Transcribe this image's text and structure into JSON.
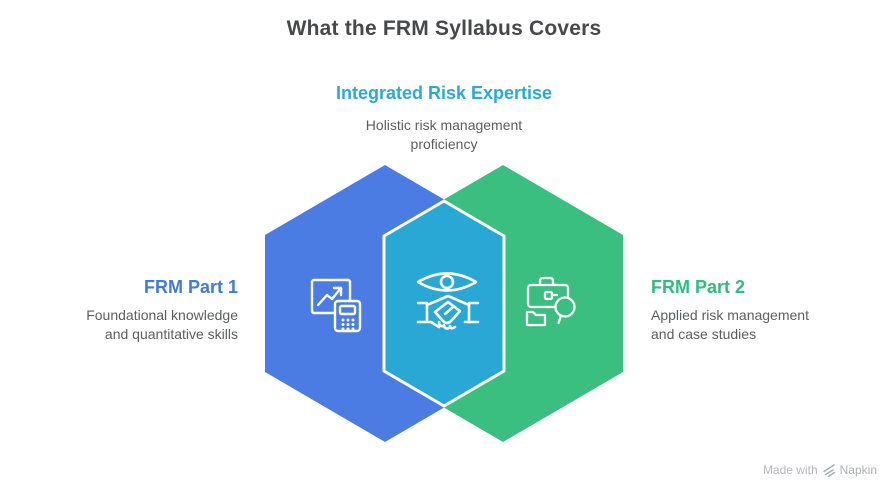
{
  "title": "What the FRM Syllabus Covers",
  "center": {
    "heading": "Integrated Risk Expertise",
    "description_lines": [
      "Holistic risk management",
      "proficiency"
    ],
    "accent_color": "#2AA9DB",
    "hexagon_color": "#29A8D6",
    "icon": "eye-handshake-icon"
  },
  "left": {
    "heading": "FRM Part 1",
    "description_lines": [
      "Foundational knowledge",
      "and quantitative skills"
    ],
    "accent_color": "#3D7BE2",
    "hexagon_color": "#4A7CE4",
    "icon": "chart-calculator-icon"
  },
  "right": {
    "heading": "FRM Part 2",
    "description_lines": [
      "Applied risk management",
      "and case studies"
    ],
    "accent_color": "#2FBD80",
    "hexagon_color": "#3BBF81",
    "icon": "briefcase-search-icon"
  },
  "watermark": {
    "prefix": "Made with",
    "brand": "Napkin"
  }
}
